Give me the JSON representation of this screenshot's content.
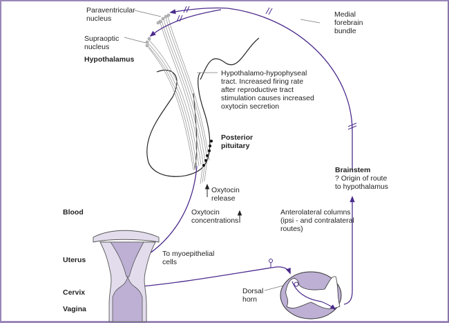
{
  "figure": {
    "labels": {
      "paraventricular": "Paraventricular\nnucleus",
      "supraoptic": "Supraoptic\nnucleus",
      "hypothalamus": "Hypothalamus",
      "medial_forebrain": "Medial\nforebrain\nbundle",
      "tract": "Hypothalamo-hypophyseal\ntract. Increased firing rate\nafter reproductive tract\nstimulation causes increased\noxytocin secretion",
      "posterior_pituitary": "Posterior\npituitary",
      "brainstem": "Brainstem",
      "brainstem_note": "? Origin of route\nto hypothalamus",
      "oxytocin_release": "Oxytocin\nrelease",
      "blood": "Blood",
      "oxytocin_conc": "Oxytocin\nconcentrations",
      "anterolateral": "Anterolateral columns\n(ipsi - and contralateral\nroutes)",
      "uterus": "Uterus",
      "myoepithelial": "To myoepithelial\ncells",
      "cervix": "Cervix",
      "vagina": "Vagina",
      "dorsal_horn": "Dorsal\nhorn"
    },
    "colors": {
      "pathway": "#4b2a8c",
      "tissue_light": "#e2dcec",
      "tissue_dark": "#bdb0d4",
      "outline": "#222222",
      "neuron": "#999999",
      "frame": "#9a86b8"
    }
  }
}
